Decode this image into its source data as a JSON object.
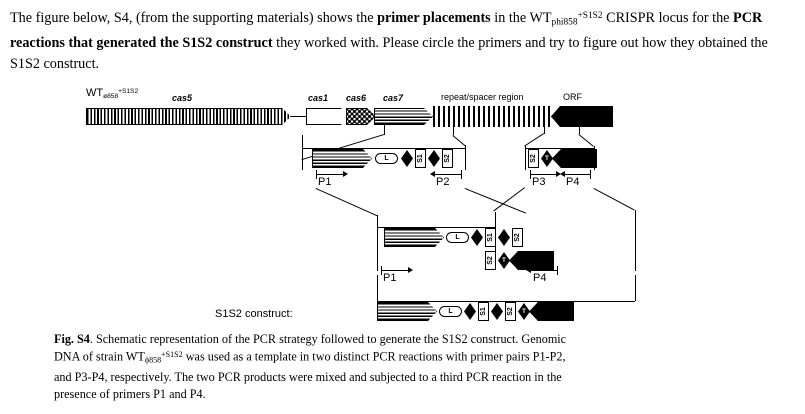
{
  "intro": {
    "line_parts": [
      "The figure below, S4,  (from the supporting materials) shows the ",
      "primer placements",
      " in the WT",
      "phi858",
      "+S1S2",
      " CRISPR locus for the ",
      "PCR reactions that generated the S1S2 construct",
      " they worked with. Please circle the primers and try to figure out how they obtained the S1S2 construct."
    ],
    "full_text": "The figure below, S4,  (from the supporting materials) shows the primer placements in the WTphi858+S1S2 CRISPR locus for the PCR reactions that generated the S1S2 construct they worked with. Please circle the primers and try to figure out how they obtained the S1S2 construct."
  },
  "figure": {
    "locus_label": {
      "base": "WT",
      "sub": "ø858",
      "sup": "+S1S2"
    },
    "gene_labels": {
      "cas5": "cas5",
      "cas1": "cas1",
      "cas6": "cas6",
      "cas7": "cas7",
      "repeat_spacer": "repeat/spacer region",
      "orf": "ORF"
    },
    "element_labels": {
      "leader": "L",
      "spacer1": "S1",
      "spacer2": "S2",
      "tag": "T"
    },
    "primers": {
      "p1": "P1",
      "p2": "P2",
      "p3": "P3",
      "p4": "P4"
    },
    "primers_row3": {
      "p1": "P1",
      "p4": "P4"
    },
    "construct_label": "S1S2 construct:",
    "colors": {
      "ink": "#000000",
      "paper": "#ffffff"
    }
  },
  "caption": {
    "prefix": "Fig. S4",
    "text_1": ". Schematic representation of the PCR strategy followed to generate the S1S2 construct. Genomic DNA of strain WT",
    "strain_sub": "ϕ858",
    "strain_sup": "+S1S2",
    "text_2": " was used as a template in two distinct PCR reactions with primer pairs P1-P2, and P3-P4, respectively. The two PCR products were mixed and subjected to a third PCR reaction in the presence of primers P1 and P4."
  }
}
